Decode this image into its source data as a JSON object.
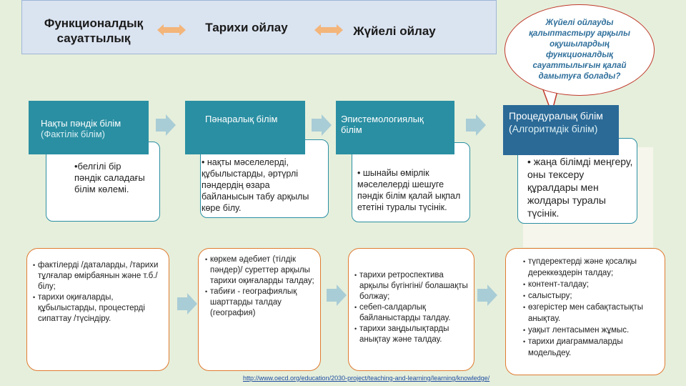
{
  "header": {
    "item1": [
      "Функционалдық",
      "сауаттылық"
    ],
    "item2": "Тарихи ойлау",
    "item3": "Жүйелі ойлау"
  },
  "question": "Жүйелі ойлауды қалыптастыру арқылы оқушылардың функционалдық сауаттылығын қалай дамытуға болады?",
  "columns": [
    {
      "title": "Нақты пәндік білім",
      "subtitle": "(Фактілік білім)",
      "card": "•белгілі бір пәндік саладағы білім көлемі."
    },
    {
      "title": "Пәнаралық білім",
      "subtitle": "",
      "card": "• нақты мәселелерді, құбылыстарды, әртүрлі пәндердің өзара байланысын табу арқылы көре білу."
    },
    {
      "title": "Эпистемологиялық білім",
      "subtitle": "",
      "card": "• шынайы өмірлік мәселелерді шешуге пәндік білім қалай ықпал ететіні туралы түсінік."
    },
    {
      "title": "Процедуралық білім (",
      "subtitle": "Алгоритмдік білім)",
      "card": "•    жаңа білімді меңгеру, оны тексеру құралдары мен жолдары туралы түсінік."
    }
  ],
  "bottom": [
    [
      "фактілерді /даталарды, /тарихи тұлғалар өмірбаянын және т.б./ білу;",
      " тарихи оқиғаларды, құбылыстарды, процестерді сипаттау /түсіндіру."
    ],
    [
      "көркем әдебиет (тілдік пәндер)/ суреттер арқылы тарихи оқиғаларды талдау;",
      "табиғи - географиялық шарттарды талдау (география)"
    ],
    [
      "тарихи ретроспектива арқылы бүгінгіні/ болашақты болжау;",
      "себеп-салдарлық байланыстарды талдау.",
      "тарихи заңдылықтарды анықтау және талдау."
    ],
    [
      "түпдеректерді және қосалқы дереккөздерін талдау;",
      "контент-талдау;",
      " салыстыру;",
      "өзгерістер мен сабақтастықты анықтау.",
      "уақыт лентасымен жұмыс.",
      "тарихи диаграммаларды модельдеу."
    ]
  ],
  "source_link": "http://www.oecd.org/education/2030-project/teaching-and-learning/learning/knowledge/",
  "colors": {
    "teal": "#2a8fa3",
    "orange": "#e07b30",
    "arrow": "#f3b57a",
    "chevron": "#a9cdd6"
  }
}
